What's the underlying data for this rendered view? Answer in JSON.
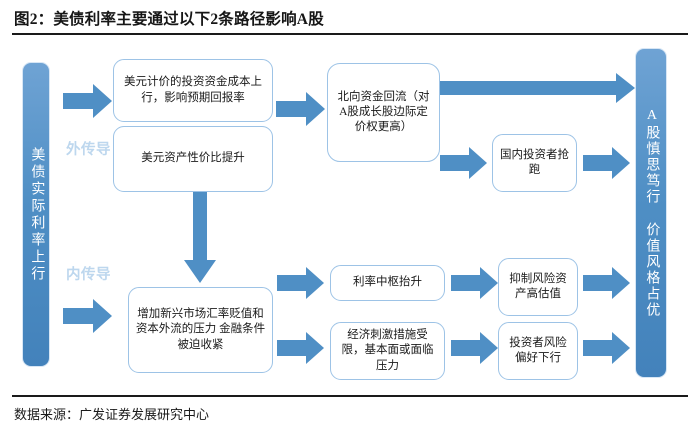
{
  "figure": {
    "title": "图2：美债利率主要通过以下2条路径影响A股",
    "source": "数据来源：广发证券发展研究中心",
    "accent_color": "#4f8fc5",
    "box_border_color": "#9dc3e6",
    "label_color": "#bdd7ee"
  },
  "nodes": {
    "origin": "美债实际利率上行",
    "outcome": "A股慎思笃行 价值风格占优",
    "dollar_cost": "美元计价的投资资金成本上行，影响预期回报率",
    "dollar_value": "美元资产性价比提升",
    "northbound": "北向资金回流（对A股成长股边际定价权更高）",
    "domestic_frontrun": "国内投资者抢跑",
    "em_pressure": "增加新兴市场汇率贬值和资本外流的压力 金融条件被迫收紧",
    "rate_center": "利率中枢抬升",
    "stimulus_limited": "经济刺激措施受限，基本面或面临压力",
    "suppress_valuation": "抑制风险资产高估值",
    "risk_appetite": "投资者风险偏好下行"
  },
  "labels": {
    "external_channel": "外传导",
    "internal_channel": "内传导"
  },
  "arrows": [
    {
      "name": "origin-to-dollar-cost",
      "direction": "right"
    },
    {
      "name": "dollar-cost-to-northbound",
      "direction": "right"
    },
    {
      "name": "dollar-value-to-em-pressure",
      "direction": "down"
    },
    {
      "name": "northbound-to-outcome",
      "direction": "right"
    },
    {
      "name": "northbound-to-domestic-frontrun",
      "direction": "right"
    },
    {
      "name": "domestic-frontrun-to-outcome",
      "direction": "right"
    },
    {
      "name": "origin-to-em-pressure",
      "direction": "right"
    },
    {
      "name": "em-pressure-to-rate-center",
      "direction": "right"
    },
    {
      "name": "em-pressure-to-stimulus-limited",
      "direction": "right"
    },
    {
      "name": "rate-center-to-suppress-valuation",
      "direction": "right"
    },
    {
      "name": "stimulus-limited-to-risk-appetite",
      "direction": "right"
    },
    {
      "name": "suppress-valuation-to-outcome",
      "direction": "right"
    },
    {
      "name": "risk-appetite-to-outcome",
      "direction": "right"
    }
  ]
}
